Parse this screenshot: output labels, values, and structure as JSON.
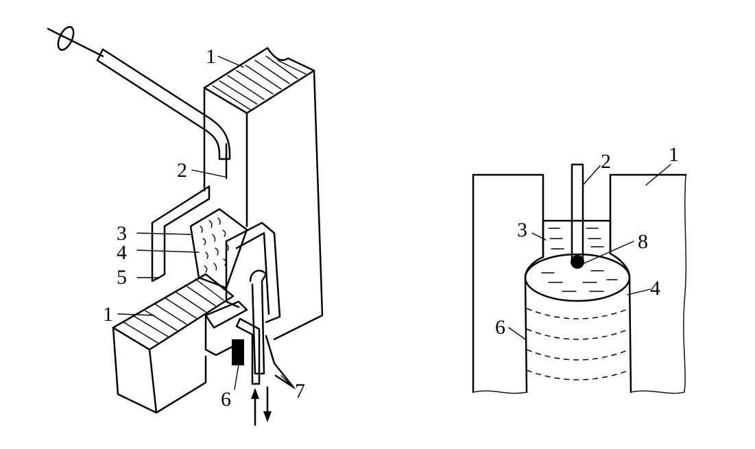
{
  "left_figure": {
    "labels": [
      {
        "key": "wall-top",
        "text": "1"
      },
      {
        "key": "electrode",
        "text": "2"
      },
      {
        "key": "slag-bath",
        "text": "3"
      },
      {
        "key": "molten-pool",
        "text": "4"
      },
      {
        "key": "copper-shoe",
        "text": "5"
      },
      {
        "key": "wall-bottom",
        "text": "1"
      },
      {
        "key": "weld-metal",
        "text": "6"
      },
      {
        "key": "cooling-water",
        "text": "7"
      }
    ]
  },
  "right_figure": {
    "labels": [
      {
        "key": "electrode",
        "text": "2"
      },
      {
        "key": "base-metal",
        "text": "1"
      },
      {
        "key": "slag-bath",
        "text": "3"
      },
      {
        "key": "droplet",
        "text": "8"
      },
      {
        "key": "molten-pool",
        "text": "4"
      },
      {
        "key": "weld-metal",
        "text": "6"
      }
    ]
  },
  "colors": {
    "line": "#000000",
    "background": "#ffffff"
  }
}
